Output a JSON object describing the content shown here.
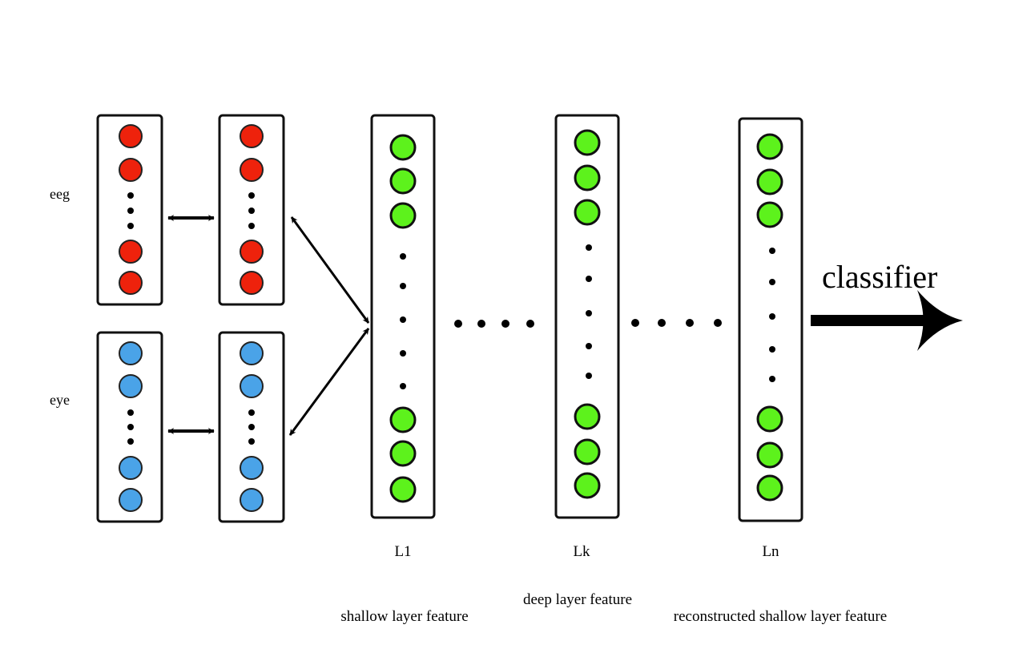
{
  "modalities": [
    {
      "label": "eeg",
      "color": "#ee220c",
      "stroke": "#222222"
    },
    {
      "label": "eye",
      "color": "#4aa3e8",
      "stroke": "#222222"
    }
  ],
  "layers": [
    {
      "label": "L1",
      "caption": "shallow layer feature"
    },
    {
      "label": "Lk",
      "caption": "deep layer feature"
    },
    {
      "label": "Ln",
      "caption": "reconstructed shallow layer feature"
    }
  ],
  "classifier": {
    "label": "classifier"
  },
  "colors": {
    "node_green": "#5df21c",
    "outline": "#111111",
    "background": "#ffffff"
  }
}
